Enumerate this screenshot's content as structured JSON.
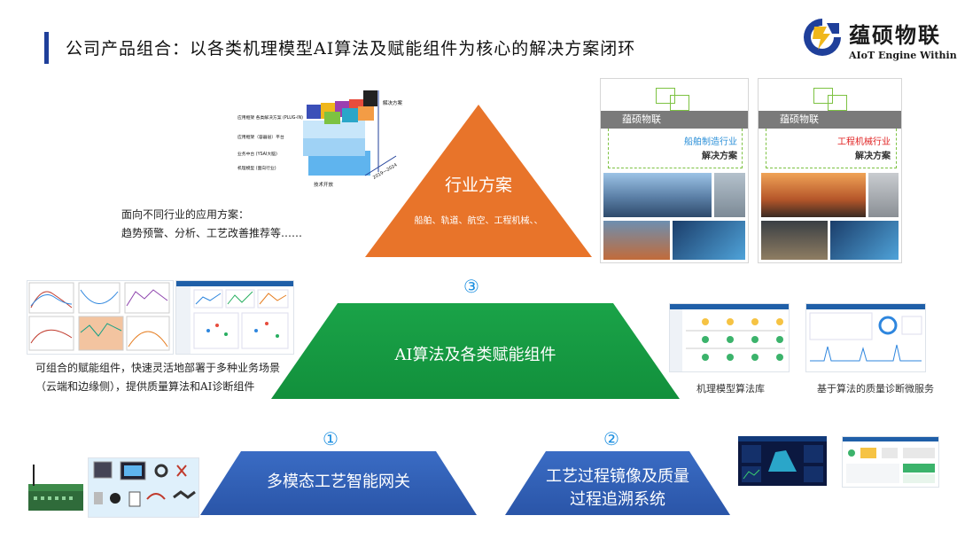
{
  "header": {
    "title": "公司产品组合：以各类机理模型AI算法及赋能组件为核心的解决方案闭环",
    "logo_name": "蕴硕物联",
    "logo_tagline": "AIoT Engine Within"
  },
  "colors": {
    "title_accent": "#1f3f9a",
    "top_tier": "#e8742a",
    "middle_tier": "#1fa046",
    "bottom_tier": "#2b5cb5",
    "step_number": "#1c8fe0"
  },
  "top_tier": {
    "title": "行业方案",
    "subtitle": "船舶、轨道、航空、工程机械、、"
  },
  "middle_tier": {
    "step": "③",
    "title": "AI算法及各类赋能组件"
  },
  "bottom_tiers": [
    {
      "step": "①",
      "title": "多模态工艺智能网关"
    },
    {
      "step": "②",
      "title_line1": "工艺过程镜像及质量",
      "title_line2": "过程追溯系统"
    }
  ],
  "left_top_description": {
    "line1": "面向不同行业的应用方案：",
    "line2": "趋势预警、分析、工艺改善推荐等……"
  },
  "left_mid_description": {
    "line1": "可组合的赋能组件，快速灵活地部署于多种业务场景",
    "line2": "（云端和边缘侧），提供质量算法和AI诊断组件"
  },
  "cube_diagram": {
    "rows": [
      "应用框架 各类解决方案 (PLUG-IN)",
      "应用框架（容器层）平台",
      "业务中台 (YSAI大脑)",
      "机理模型 (面向行业)"
    ],
    "side_label": "解决方案",
    "axis_label": "技术开放",
    "year_label": "2019—2024"
  },
  "brochures": [
    {
      "brand": "蕴硕物联",
      "industry": "船舶制造行业",
      "solution": "解决方案",
      "industry_color": "#2a8fd8"
    },
    {
      "brand": "蕴硕物联",
      "industry": "工程机械行业",
      "solution": "解决方案",
      "industry_color": "#e02020"
    }
  ],
  "right_mid_captions": {
    "left": "机理模型算法库",
    "right": "基于算法的质量诊断微服务"
  }
}
